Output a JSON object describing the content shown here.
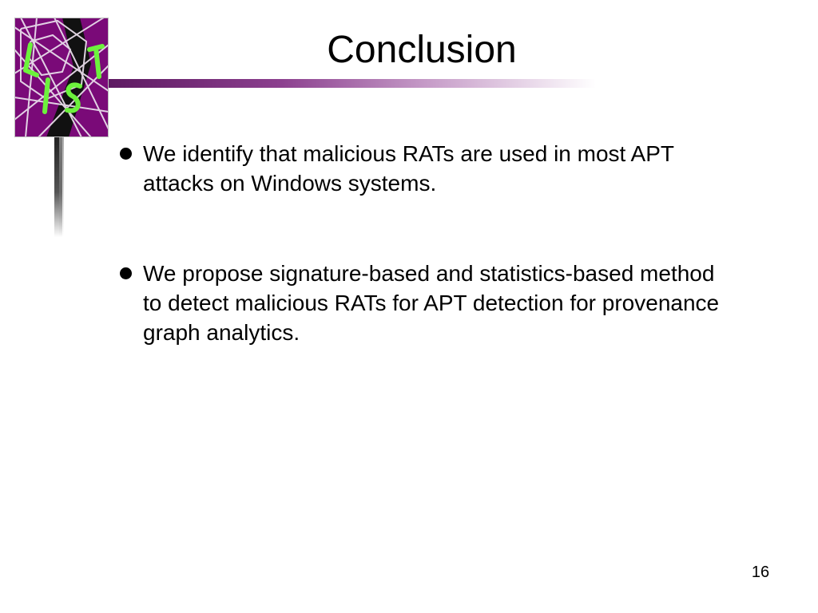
{
  "slide": {
    "title": "Conclusion",
    "bullets": [
      {
        "text": "We identify that malicious RATs are used in most APT attacks on Windows systems."
      },
      {
        "text": "We propose signature-based and statistics-based method to detect malicious RATs for APT detection for provenance graph analytics."
      }
    ],
    "page_number": "16"
  },
  "colors": {
    "logo_background": "#7a0a78",
    "logo_letters": "#6cf23c",
    "accent_bar": "#8b3f8e"
  },
  "logo": {
    "letters": "LITS"
  }
}
